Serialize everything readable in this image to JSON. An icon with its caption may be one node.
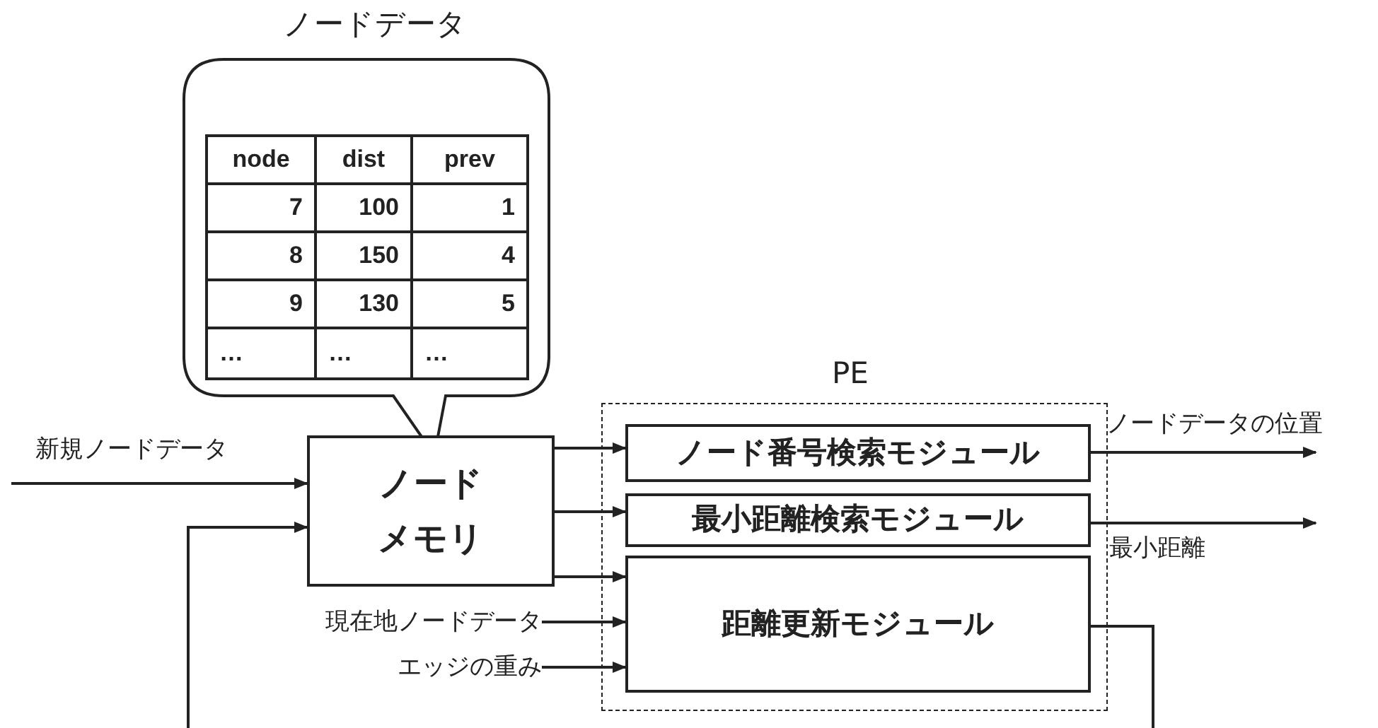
{
  "diagram": {
    "nodes": [
      {
        "text": [
          "ノードデータ"
        ]
      },
      {
        "text": [
          "ノードメモリ"
        ]
      },
      {
        "text": [
          "PE"
        ]
      },
      {
        "text": [
          "ノード番号検索モジュール"
        ],
        "in": 2
      },
      {
        "text": [
          "最小距離検索モジュール"
        ],
        "in": 2
      },
      {
        "text": [
          "距離更新モジュール"
        ],
        "in": 2
      },
      {
        "text": [
          "現在地ノードデータ"
        ]
      },
      {
        "text": [
          "エッジの重み"
        ]
      }
    ],
    "edges": [
      {
        "from": null,
        "to": 1,
        "arrow": "to",
        "label": "新規ノードデータ"
      },
      {
        "from": 1,
        "to": 3,
        "arrow": "to"
      },
      {
        "from": 1,
        "to": 4,
        "arrow": "to"
      },
      {
        "from": 1,
        "to": 5,
        "arrow": "to"
      },
      {
        "from": 6,
        "to": 5,
        "arrow": "to"
      },
      {
        "from": 7,
        "to": 5,
        "arrow": "to"
      },
      {
        "from": 3,
        "to": null,
        "arrow": "to",
        "label": "ノードデータの位置"
      },
      {
        "from": 4,
        "to": null,
        "arrow": "to",
        "label": "最小距離"
      },
      {
        "from": 5,
        "to": null,
        "arrow": "none"
      },
      {
        "from": null,
        "to": 1,
        "arrow": "to"
      }
    ],
    "labels": [
      "node",
      "dist",
      "prev",
      "7",
      "100",
      "1",
      "8",
      "150",
      "4",
      "9",
      "130",
      "5",
      "…",
      "…",
      "…"
    ]
  }
}
